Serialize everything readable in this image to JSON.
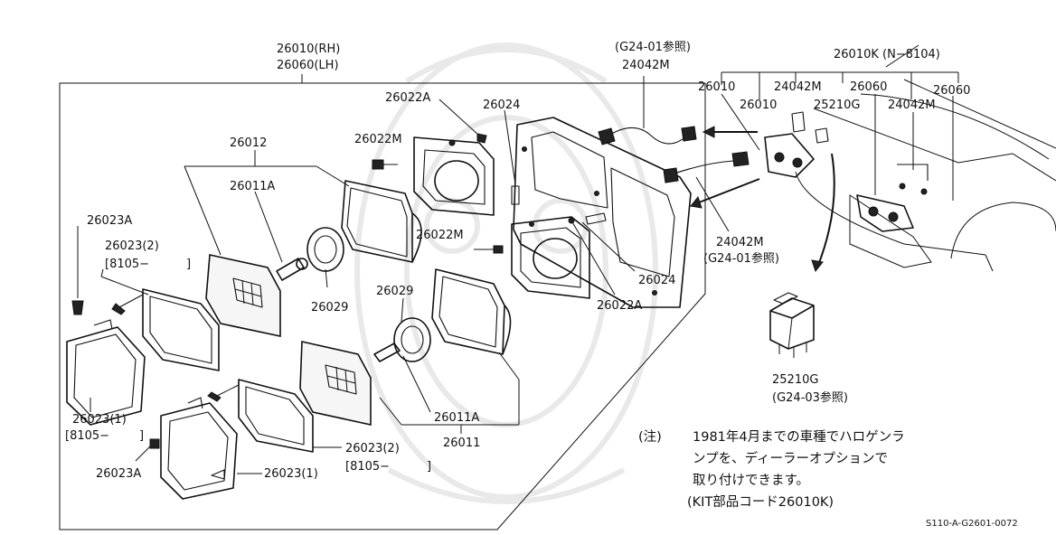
{
  "labels": {
    "headlamp_rh": "26010(RH)",
    "headlamp_lh": "26060(LH)",
    "screw_22a_top": "26022A",
    "screw_24_top": "26024",
    "screw_22m_top": "26022M",
    "lamp_unit": "26012",
    "bulb_top": "26011A",
    "screw_23a_left": "26023A",
    "frame_23_2_left": "26023(2)",
    "frame_23_2_left_date": "[8105−",
    "bracket_left": "]",
    "cap_29_left": "26029",
    "screw_22m_mid": "26022M",
    "cap_29_mid": "26029",
    "screw_24_mid": "26024",
    "screw_22a_mid": "26022A",
    "frame_23_1_left": "26023(1)",
    "frame_23_1_left_date": "[8105−",
    "bracket_left_low": "]",
    "bulb_low": "26011A",
    "lamp_26011": "26011",
    "frame_23_2_bottom": "26023(2)",
    "frame_23_2_bottom_date": "[8105−",
    "bracket_bottom": "]",
    "screw_23a_bottom": "26023A",
    "frame_23_1_bottom": "26023(1)",
    "ref_g24_01_top": "(G24-01参照)",
    "harness_top": "24042M",
    "kit": "26010K (N−8104)",
    "kit_26010_a": "26010",
    "kit_24042m_a": "24042M",
    "kit_26060_a": "26060",
    "kit_26060_b": "26060",
    "kit_26010_b": "26010",
    "kit_25210g": "25210G",
    "kit_24042m_b": "24042M",
    "harness_mid": "24042M",
    "ref_g24_01_mid": "(G24-01参照)",
    "relay": "25210G",
    "ref_g24_03": "(G24-03参照)"
  },
  "note": {
    "marker": "(注)",
    "line1": "1981年4月までの車種でハロゲンラ",
    "line2": "ンプを、ディーラーオプションで",
    "line3": "取り付けできます。",
    "line4": "(KIT部品コード26010K)"
  },
  "diagram_code": "S110-A-G2601-0072"
}
